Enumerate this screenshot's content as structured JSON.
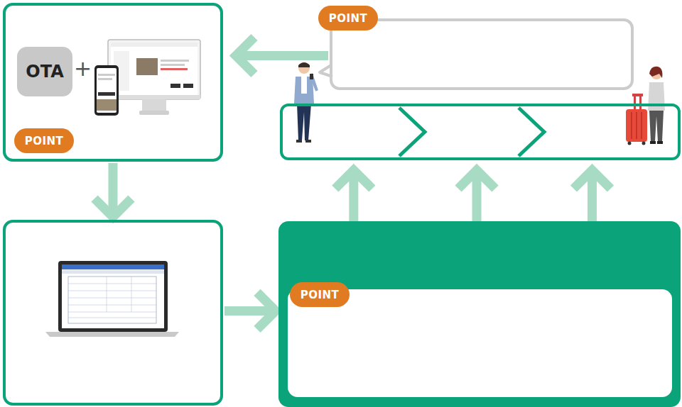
{
  "diagram": {
    "nodes": [
      {
        "text": [
          "+"
        ]
      },
      {
        "text": [
          "OTA"
        ],
        "in": 0
      },
      {
        "text": [
          "POINT"
        ],
        "in": 0
      },
      {
        "text": []
      },
      {
        "text": [
          "POINT"
        ],
        "in": 3
      },
      {
        "text": []
      },
      {
        "text": []
      },
      {
        "text": []
      },
      {
        "text": [],
        "in": 7
      },
      {
        "text": [
          "POINT"
        ],
        "in": 7
      }
    ],
    "edges": [
      {
        "from": 3,
        "to": 0,
        "arrow": "to"
      },
      {
        "from": 0,
        "to": 6,
        "arrow": "to"
      },
      {
        "from": 6,
        "to": 7,
        "arrow": "to"
      },
      {
        "from": 7,
        "to": 5,
        "arrow": "to"
      },
      {
        "from": 7,
        "to": 5,
        "arrow": "to"
      },
      {
        "from": 7,
        "to": 5,
        "arrow": "to"
      }
    ]
  }
}
